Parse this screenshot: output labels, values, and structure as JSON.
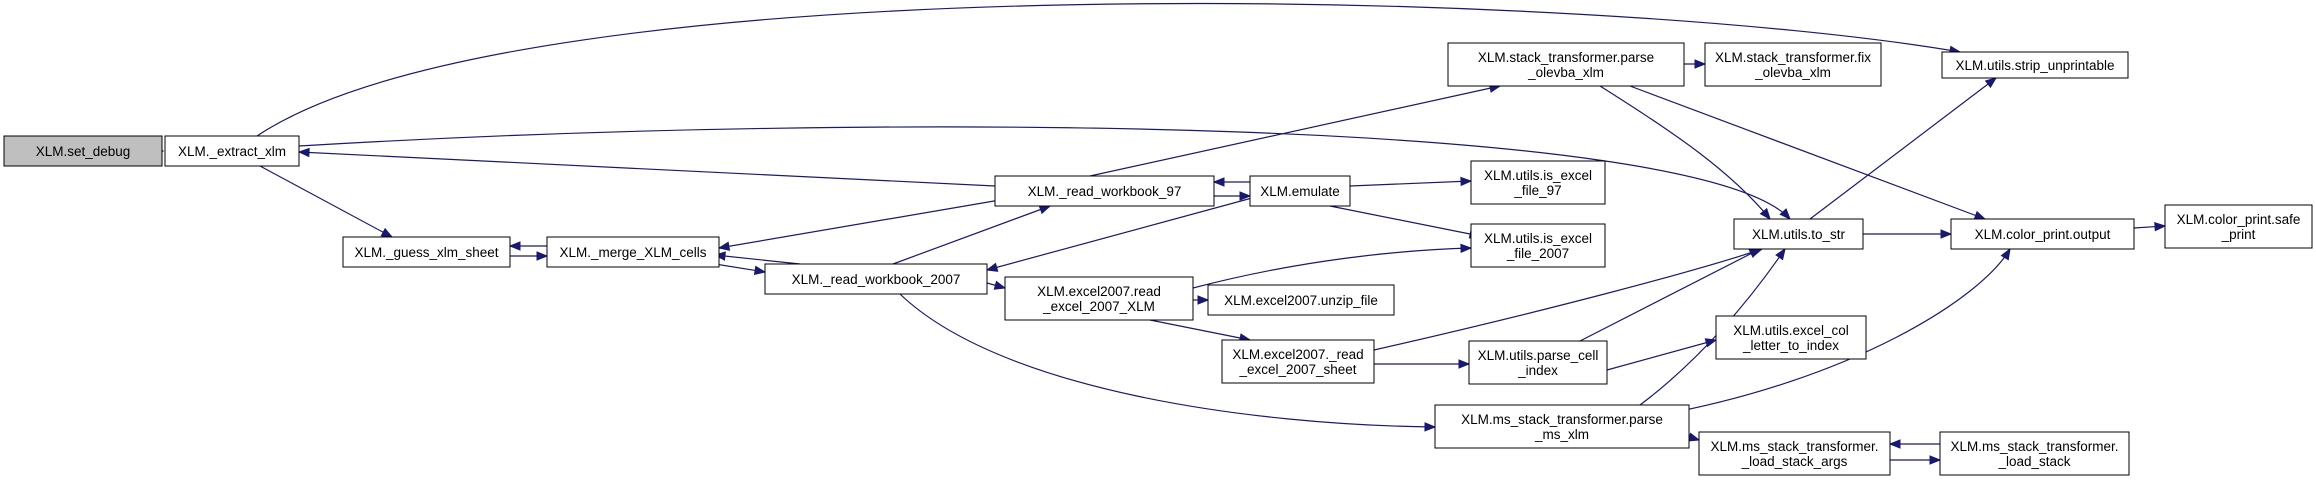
{
  "diagram": {
    "type": "call-graph",
    "colors": {
      "root_fill": "#bfbfbf",
      "node_fill": "#ffffff",
      "node_stroke": "#000000",
      "edge": "#191970"
    },
    "nodes": [
      {
        "id": "set_debug",
        "lines": [
          "XLM.set_debug"
        ],
        "root": true
      },
      {
        "id": "extract_xlm",
        "lines": [
          "XLM._extract_xlm"
        ]
      },
      {
        "id": "guess_xlm_sheet",
        "lines": [
          "XLM._guess_xlm_sheet"
        ]
      },
      {
        "id": "merge_xlm_cells",
        "lines": [
          "XLM._merge_XLM_cells"
        ]
      },
      {
        "id": "read_workbook_97",
        "lines": [
          "XLM._read_workbook_97"
        ]
      },
      {
        "id": "read_workbook_2007",
        "lines": [
          "XLM._read_workbook_2007"
        ]
      },
      {
        "id": "emulate",
        "lines": [
          "XLM.emulate"
        ]
      },
      {
        "id": "read_excel_2007_xlm",
        "lines": [
          "XLM.excel2007.read",
          "_excel_2007_XLM"
        ]
      },
      {
        "id": "unzip_file",
        "lines": [
          "XLM.excel2007.unzip_file"
        ]
      },
      {
        "id": "read_excel_2007_sheet",
        "lines": [
          "XLM.excel2007._read",
          "_excel_2007_sheet"
        ]
      },
      {
        "id": "stack_parse_olevba",
        "lines": [
          "XLM.stack_transformer.parse",
          "_olevba_xlm"
        ]
      },
      {
        "id": "stack_fix_olevba",
        "lines": [
          "XLM.stack_transformer.fix",
          "_olevba_xlm"
        ]
      },
      {
        "id": "is_excel_97",
        "lines": [
          "XLM.utils.is_excel",
          "_file_97"
        ]
      },
      {
        "id": "is_excel_2007",
        "lines": [
          "XLM.utils.is_excel",
          "_file_2007"
        ]
      },
      {
        "id": "parse_cell_index",
        "lines": [
          "XLM.utils.parse_cell",
          "_index"
        ]
      },
      {
        "id": "ms_parse_xlm",
        "lines": [
          "XLM.ms_stack_transformer.parse",
          "_ms_xlm"
        ]
      },
      {
        "id": "ms_load_stack_args",
        "lines": [
          "XLM.ms_stack_transformer.",
          "_load_stack_args"
        ]
      },
      {
        "id": "ms_load_stack",
        "lines": [
          "XLM.ms_stack_transformer.",
          "_load_stack"
        ]
      },
      {
        "id": "strip_unprintable",
        "lines": [
          "XLM.utils.strip_unprintable"
        ]
      },
      {
        "id": "to_str",
        "lines": [
          "XLM.utils.to_str"
        ]
      },
      {
        "id": "excel_col_letter",
        "lines": [
          "XLM.utils.excel_col",
          "_letter_to_index"
        ]
      },
      {
        "id": "color_print_output",
        "lines": [
          "XLM.color_print.output"
        ]
      },
      {
        "id": "color_print_safe",
        "lines": [
          "XLM.color_print.safe",
          "_print"
        ]
      }
    ],
    "edges": [
      {
        "from": "set_debug",
        "to": "extract_xlm"
      },
      {
        "from": "extract_xlm",
        "to": "strip_unprintable"
      },
      {
        "from": "extract_xlm",
        "to": "to_str"
      },
      {
        "from": "extract_xlm",
        "to": "guess_xlm_sheet"
      },
      {
        "from": "read_workbook_97",
        "to": "extract_xlm"
      },
      {
        "from": "merge_xlm_cells",
        "to": "guess_xlm_sheet"
      },
      {
        "from": "guess_xlm_sheet",
        "to": "merge_xlm_cells"
      },
      {
        "from": "read_workbook_97",
        "to": "merge_xlm_cells"
      },
      {
        "from": "read_workbook_2007",
        "to": "merge_xlm_cells"
      },
      {
        "from": "merge_xlm_cells",
        "to": "read_workbook_2007"
      },
      {
        "from": "read_workbook_2007",
        "to": "read_workbook_97"
      },
      {
        "from": "emulate",
        "to": "read_workbook_97"
      },
      {
        "from": "read_workbook_97",
        "to": "emulate"
      },
      {
        "from": "emulate",
        "to": "read_workbook_2007"
      },
      {
        "from": "read_workbook_97",
        "to": "stack_parse_olevba"
      },
      {
        "from": "stack_parse_olevba",
        "to": "stack_fix_olevba"
      },
      {
        "from": "stack_parse_olevba",
        "to": "to_str"
      },
      {
        "from": "stack_parse_olevba",
        "to": "color_print_output"
      },
      {
        "from": "emulate",
        "to": "is_excel_97"
      },
      {
        "from": "emulate",
        "to": "is_excel_2007"
      },
      {
        "from": "read_workbook_2007",
        "to": "read_excel_2007_xlm"
      },
      {
        "from": "read_excel_2007_xlm",
        "to": "is_excel_2007"
      },
      {
        "from": "read_excel_2007_xlm",
        "to": "unzip_file"
      },
      {
        "from": "read_excel_2007_xlm",
        "to": "read_excel_2007_sheet"
      },
      {
        "from": "read_excel_2007_sheet",
        "to": "to_str"
      },
      {
        "from": "read_excel_2007_sheet",
        "to": "parse_cell_index"
      },
      {
        "from": "read_workbook_2007",
        "to": "ms_parse_xlm"
      },
      {
        "from": "parse_cell_index",
        "to": "to_str"
      },
      {
        "from": "parse_cell_index",
        "to": "excel_col_letter"
      },
      {
        "from": "ms_parse_xlm",
        "to": "to_str"
      },
      {
        "from": "ms_parse_xlm",
        "to": "color_print_output"
      },
      {
        "from": "ms_parse_xlm",
        "to": "ms_load_stack_args"
      },
      {
        "from": "ms_load_stack_args",
        "to": "ms_load_stack"
      },
      {
        "from": "ms_load_stack",
        "to": "ms_load_stack_args"
      },
      {
        "from": "to_str",
        "to": "strip_unprintable"
      },
      {
        "from": "to_str",
        "to": "color_print_output"
      },
      {
        "from": "color_print_output",
        "to": "color_print_safe"
      }
    ]
  }
}
